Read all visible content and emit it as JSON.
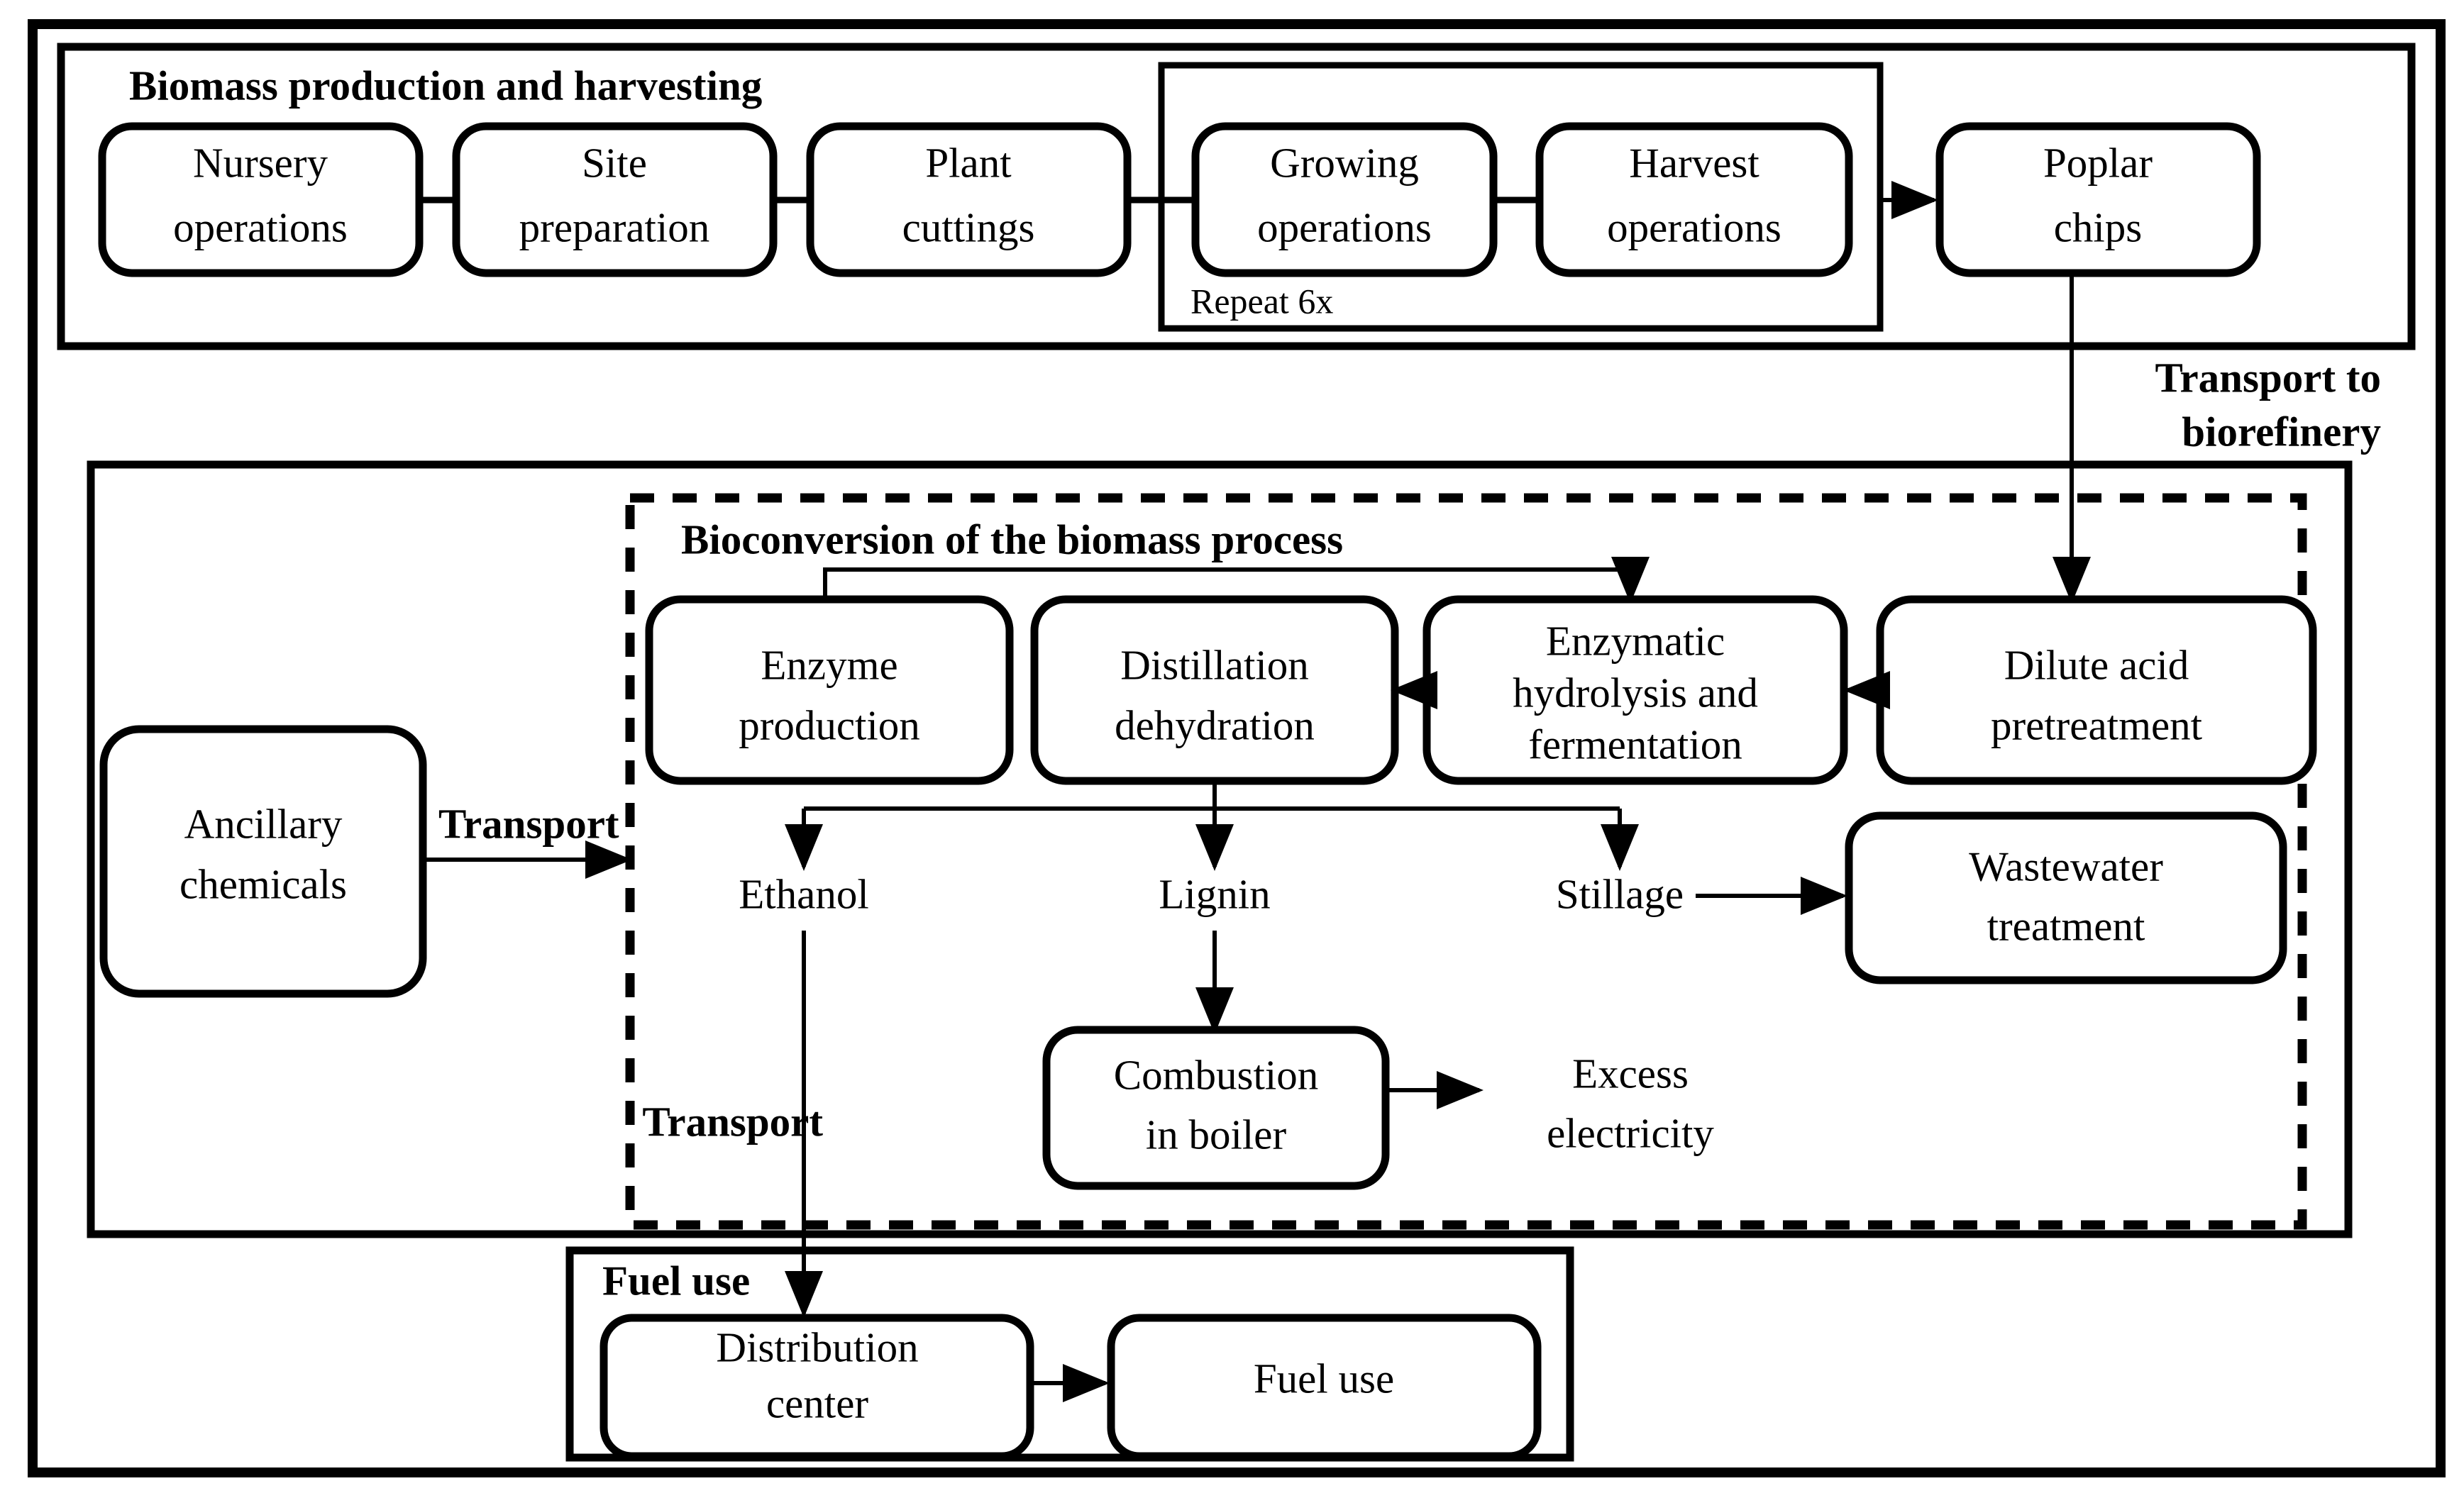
{
  "diagram": {
    "title": "Poplar-to-ethanol biorefinery life cycle flow diagram",
    "sections": {
      "biomass": {
        "label": "Biomass production and harvesting"
      },
      "repeat": {
        "label": "Repeat 6x"
      },
      "bioconversion": {
        "label": "Bioconversion of the biomass process"
      },
      "fuel_use": {
        "label": "Fuel use"
      }
    },
    "nodes": {
      "nursery_operations": {
        "line1": "Nursery",
        "line2": "operations"
      },
      "site_preparation": {
        "line1": "Site",
        "line2": "preparation"
      },
      "plant_cuttings": {
        "line1": "Plant",
        "line2": "cuttings"
      },
      "growing_operations": {
        "line1": "Growing",
        "line2": "operations"
      },
      "harvest_operations": {
        "line1": "Harvest",
        "line2": "operations"
      },
      "poplar_chips": {
        "line1": "Poplar",
        "line2": "chips"
      },
      "ancillary_chemicals": {
        "line1": "Ancillary",
        "line2": "chemicals"
      },
      "enzyme_production": {
        "line1": "Enzyme",
        "line2": "production"
      },
      "distillation_dehydration": {
        "line1": "Distillation",
        "line2": "dehydration"
      },
      "enzymatic_hydrolysis": {
        "line1": "Enzymatic",
        "line2": "hydrolysis and",
        "line3": "fermentation"
      },
      "dilute_acid_pretreatment": {
        "line1": "Dilute acid",
        "line2": "pretreatment"
      },
      "wastewater_treatment": {
        "line1": "Wastewater",
        "line2": "treatment"
      },
      "combustion_in_boiler": {
        "line1": "Combustion",
        "line2": "in boiler"
      },
      "distribution_center": {
        "line1": "Distribution",
        "line2": "center"
      },
      "fuel_use_node": {
        "line1": "Fuel use"
      }
    },
    "stream_labels": {
      "ethanol": "Ethanol",
      "lignin": "Lignin",
      "stillage": "Stillage",
      "excess_electricity_line1": "Excess",
      "excess_electricity_line2": "electricity"
    },
    "edge_labels": {
      "transport_to_biorefinery_line1": "Transport to",
      "transport_to_biorefinery_line2": "biorefinery",
      "transport_chemicals": "Transport",
      "transport_ethanol": "Transport"
    },
    "colors": {
      "stroke": "#000000",
      "background": "#ffffff"
    }
  }
}
